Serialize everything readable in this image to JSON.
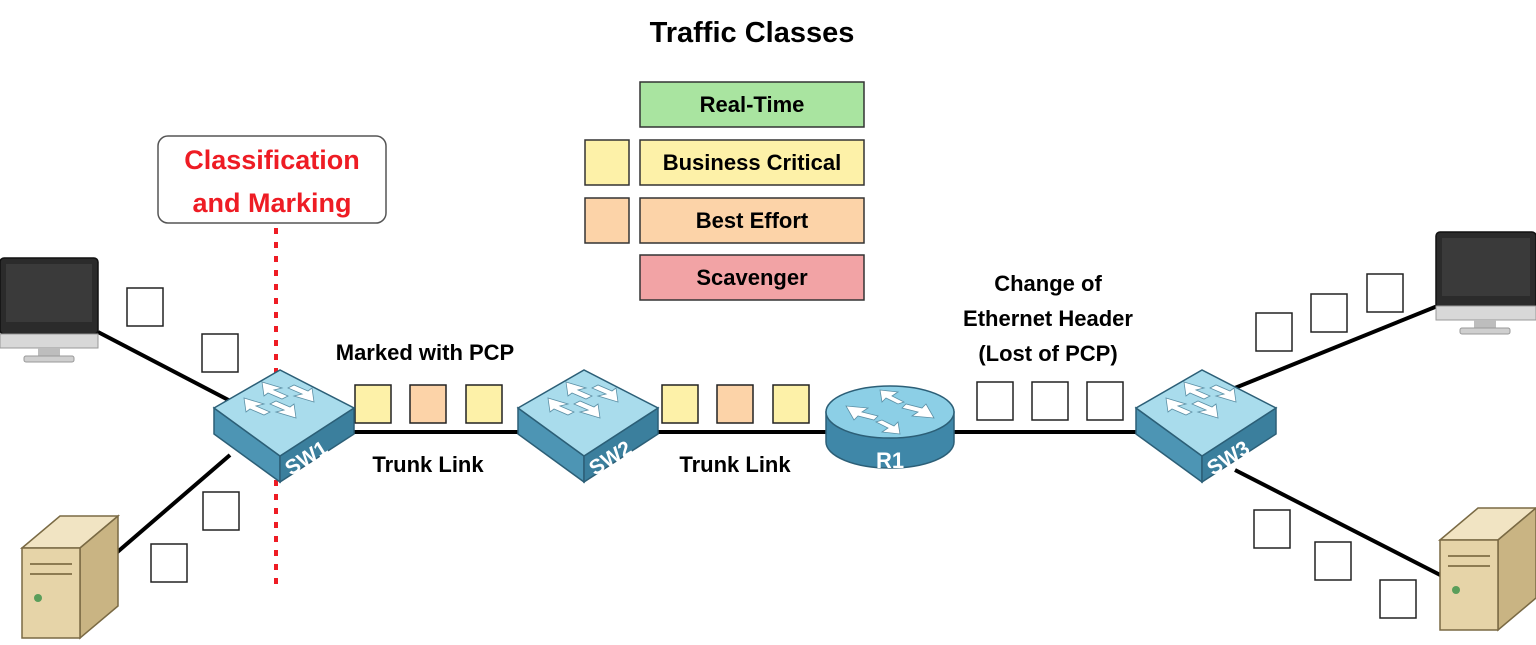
{
  "title": "Traffic Classes",
  "traffic_classes": [
    {
      "label": "Real-Time",
      "color": "#a9e4a0"
    },
    {
      "label": "Business Critical",
      "color": "#fdf1a8"
    },
    {
      "label": "Best Effort",
      "color": "#fcd3a8"
    },
    {
      "label": "Scavenger",
      "color": "#f2a3a5"
    }
  ],
  "classification_box": {
    "line1": "Classification",
    "line2": "and Marking",
    "color": "#ee1c24"
  },
  "labels": {
    "marked_with_pcp": "Marked with PCP",
    "trunk_link_1": "Trunk Link",
    "trunk_link_2": "Trunk Link",
    "change_line1": "Change of",
    "change_line2": "Ethernet Header",
    "change_line3": "(Lost of PCP)"
  },
  "devices": {
    "sw1": "SW1",
    "sw2": "SW2",
    "r1": "R1",
    "sw3": "SW3"
  },
  "colors": {
    "switch_top": "#a9dcec",
    "switch_side": "#4d95b4",
    "router_top": "#8ccfe6",
    "router_side": "#3f87a8",
    "line": "#000000",
    "marking_line": "#ee1c24"
  }
}
